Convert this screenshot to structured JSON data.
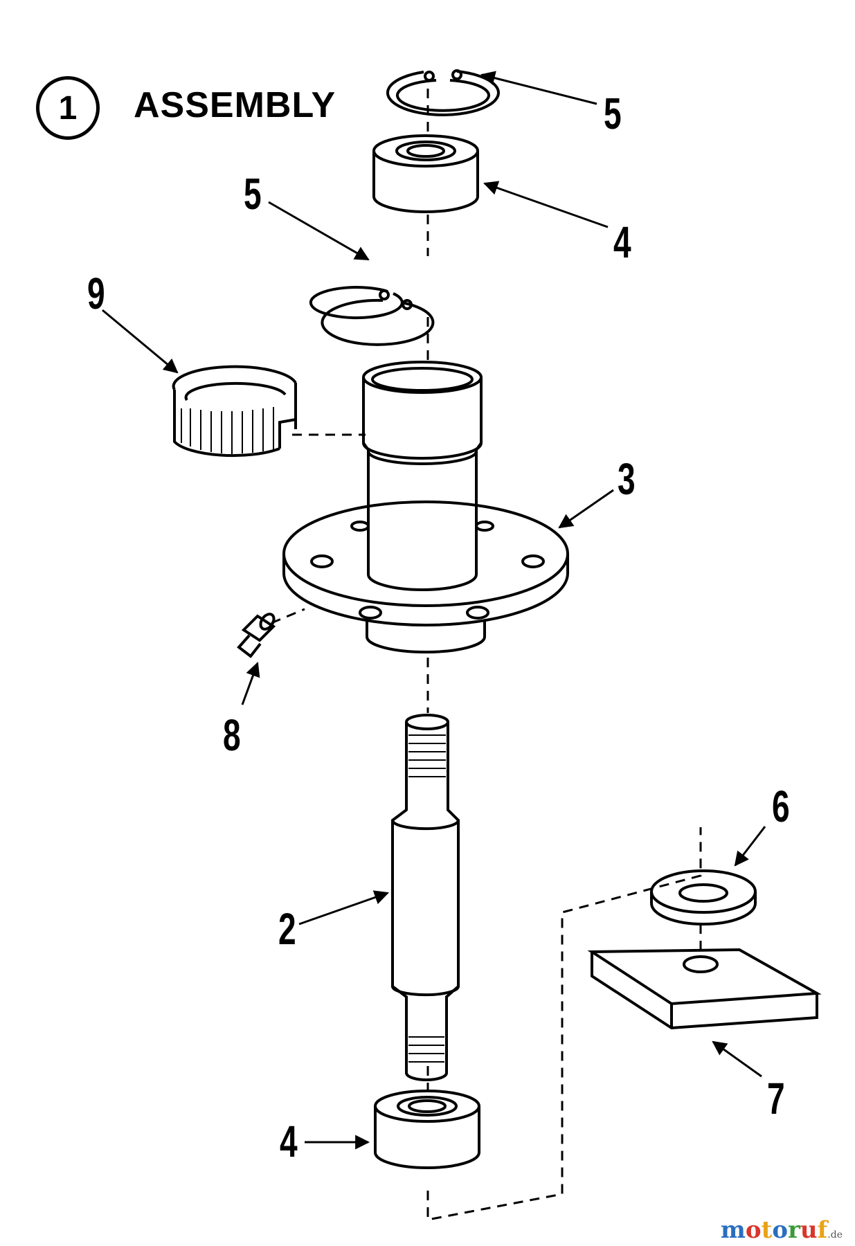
{
  "header": {
    "callout_number": "1",
    "title": "ASSEMBLY"
  },
  "callouts": {
    "snap_ring_top": "5",
    "bearing_top": "4",
    "snap_ring_mid": "5",
    "bushing": "9",
    "spindle_housing": "3",
    "grease_fitting": "8",
    "spindle_shaft": "2",
    "washer": "6",
    "plate": "7",
    "bearing_bottom": "4"
  },
  "watermark": {
    "brand": "motoruf",
    "suffix": ".de",
    "colors": [
      "#2a6fbf",
      "#d9352b",
      "#e8a317",
      "#2a6fbf",
      "#3a9a3a",
      "#d9352b",
      "#e8a317"
    ]
  },
  "colors": {
    "ink": "#000000",
    "paper": "#ffffff"
  }
}
